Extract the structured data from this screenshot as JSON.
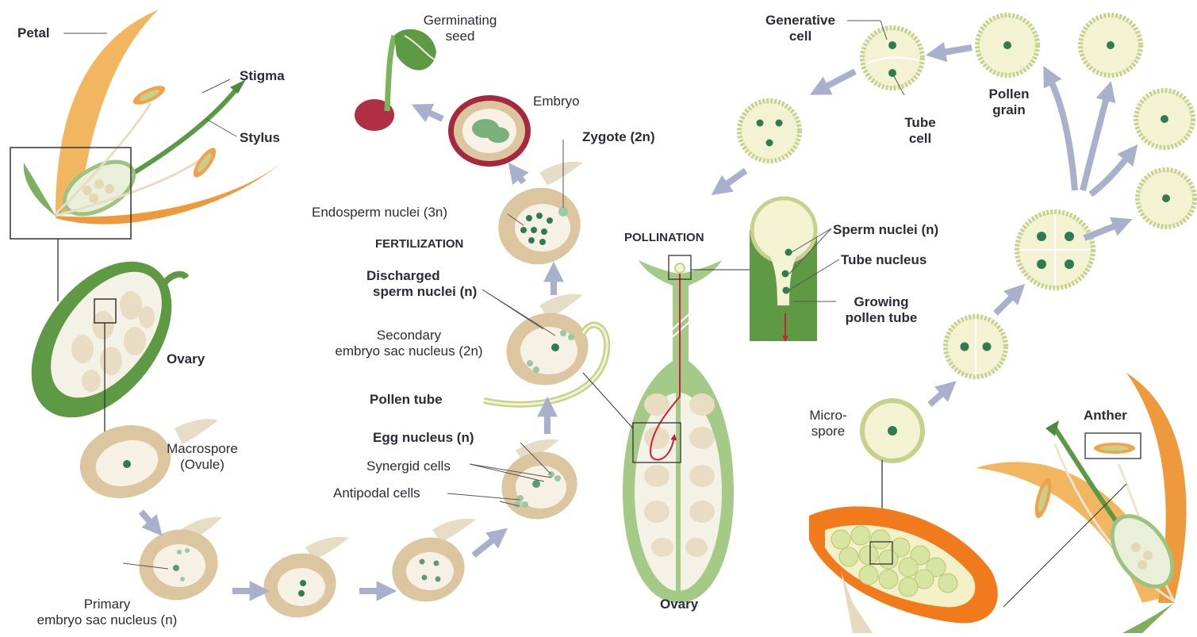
{
  "colors": {
    "petal": "#f0a04a",
    "stigma_green": "#4e8a3a",
    "ovule_tan": "#d9c49c",
    "nucleus_green": "#2f7d4f",
    "pollen_yellow": "#d6d98a",
    "pollen_fill": "#f3f2d2",
    "arrow": "#a9b0cc",
    "tube_red": "#cc1f3a",
    "anther_orange": "#f07a1c"
  },
  "labels": {
    "petal": "Petal",
    "stigma": "Stigma",
    "stylus": "Stylus",
    "ovary_left": "Ovary",
    "macrospore_1": "Macrospore",
    "macrospore_2": "(Ovule)",
    "primary_1": "Primary",
    "primary_2": "embryo sac nucleus (n)",
    "germinating_1": "Germinating",
    "germinating_2": "seed",
    "embryo": "Embryo",
    "zygote": "Zygote (2n)",
    "endosperm": "Endosperm nuclei (3n)",
    "fertilization": "FERTILIZATION",
    "discharged_1": "Discharged",
    "discharged_2": "sperm nuclei (n)",
    "secondary_1": "Secondary",
    "secondary_2": "embryo sac nucleus (2n)",
    "pollen_tube": "Pollen tube",
    "egg_nucleus": "Egg nucleus (n)",
    "synergid": "Synergid cells",
    "antipodal": "Antipodal cells",
    "pollination": "POLLINATION",
    "ovary_center": "Ovary",
    "sperm_nuclei": "Sperm nuclei (n)",
    "tube_nucleus": "Tube nucleus",
    "growing_1": "Growing",
    "growing_2": "pollen tube",
    "generative_1": "Generative",
    "generative_2": "cell",
    "tube_cell_1": "Tube",
    "tube_cell_2": "cell",
    "pollen_grain_1": "Pollen",
    "pollen_grain_2": "grain",
    "microspore_1": "Micro-",
    "microspore_2": "spore",
    "anther": "Anther"
  }
}
